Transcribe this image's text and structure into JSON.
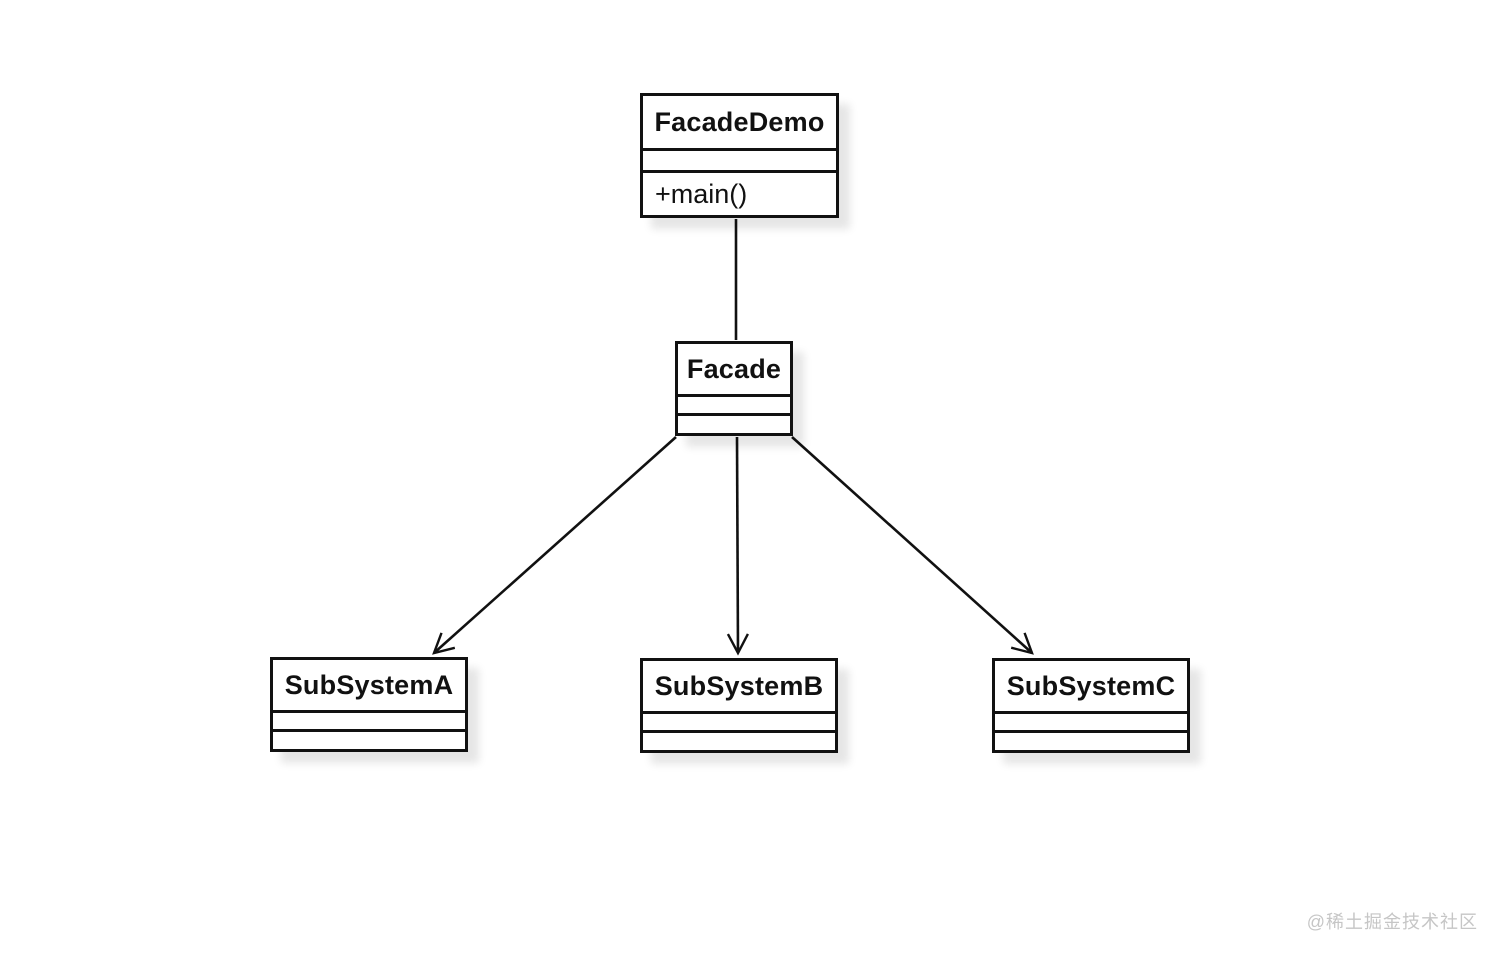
{
  "diagram": {
    "classes": [
      {
        "id": "facadedemo",
        "name": "FacadeDemo",
        "attributes": "",
        "methods": "+main()"
      },
      {
        "id": "facade",
        "name": "Facade",
        "attributes": "",
        "methods": ""
      },
      {
        "id": "subsystema",
        "name": "SubSystemA",
        "attributes": "",
        "methods": ""
      },
      {
        "id": "subsystemb",
        "name": "SubSystemB",
        "attributes": "",
        "methods": ""
      },
      {
        "id": "subsystemc",
        "name": "SubSystemC",
        "attributes": "",
        "methods": ""
      }
    ],
    "relationships": [
      {
        "from": "FacadeDemo",
        "to": "Facade",
        "type": "association",
        "arrowhead": "none"
      },
      {
        "from": "Facade",
        "to": "SubSystemA",
        "type": "directed-association",
        "arrowhead": "open"
      },
      {
        "from": "Facade",
        "to": "SubSystemB",
        "type": "directed-association",
        "arrowhead": "open"
      },
      {
        "from": "Facade",
        "to": "SubSystemC",
        "type": "directed-association",
        "arrowhead": "open"
      }
    ]
  },
  "watermark": "@稀土掘金技术社区",
  "colors": {
    "background": "#ffffff",
    "box_fill": "#ffffff",
    "line": "#111111",
    "watermark": "#c6c6c6"
  }
}
